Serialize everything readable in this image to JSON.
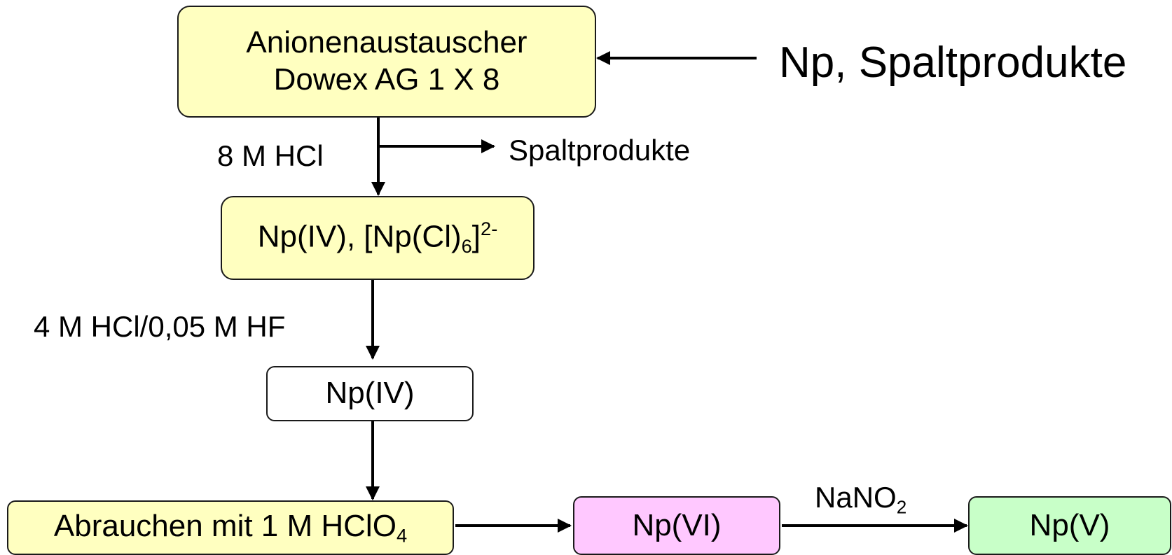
{
  "nodes": {
    "anion_exchanger": {
      "line1": "Anionenaustauscher",
      "line2": "Dowex AG 1 X 8",
      "color": "#ffffc0"
    },
    "np4_complex": {
      "prefix": "Np(IV), [Np(Cl)",
      "sub": "6",
      "mid": "]",
      "sup": "2-",
      "color": "#ffffc0"
    },
    "np4": {
      "text": "Np(IV)",
      "color": "#ffffff"
    },
    "fume": {
      "prefix": "Abrauchen mit 1 M HClO",
      "sub": "4",
      "color": "#ffffc0"
    },
    "np6": {
      "text": "Np(VI)",
      "color": "#ffc8ff"
    },
    "np5": {
      "text": "Np(V)",
      "color": "#c8ffc8"
    }
  },
  "labels": {
    "input": "Np, Spaltprodukte",
    "elute_8m": "8 M HCl",
    "waste": "Spaltprodukte",
    "elute_4m": "4 M HCl/0,05 M HF",
    "reagent_prefix": "NaNO",
    "reagent_sub": "2"
  }
}
